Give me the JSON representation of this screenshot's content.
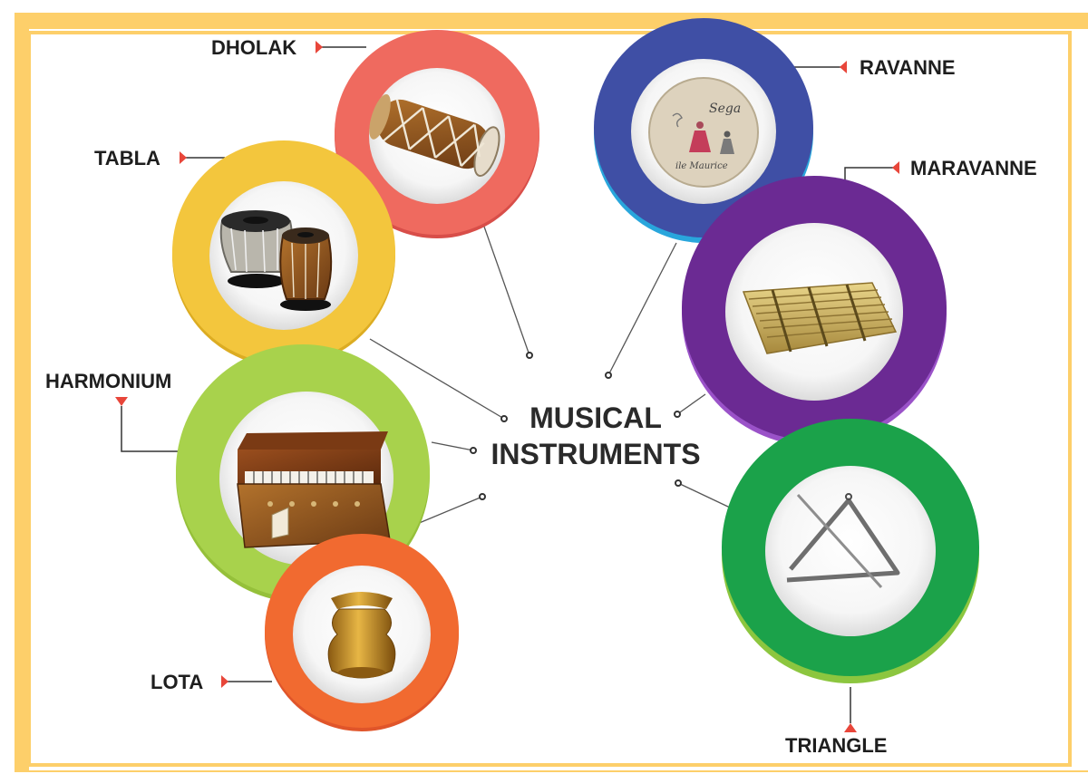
{
  "title": {
    "line1": "MUSICAL",
    "line2": "INSTRUMENTS"
  },
  "instruments": {
    "dholak": "DHOLAK",
    "tabla": "TABLA",
    "harmonium": "HARMONIUM",
    "lota": "LOTA",
    "ravanne": "RAVANNE",
    "maravanne": "MARAVANNE",
    "triangle": "TRIANGLE"
  },
  "ravanne_drum_text": {
    "line1": "Sega",
    "line2": "ile Maurice"
  },
  "colors": {
    "background": "#ffffff",
    "frame": "#fdcf6a",
    "dholak_ring": "#ef5f57",
    "tabla_ring": "#f3c63d",
    "harmonium_ring": "#a8d24c",
    "lota_ring": "#f16a30",
    "ravanne_ring": "#3f4fa5",
    "maravanne_ring": "#6b2a93",
    "triangle_ring": "#1ba24a",
    "pointer": "#e8463a"
  }
}
